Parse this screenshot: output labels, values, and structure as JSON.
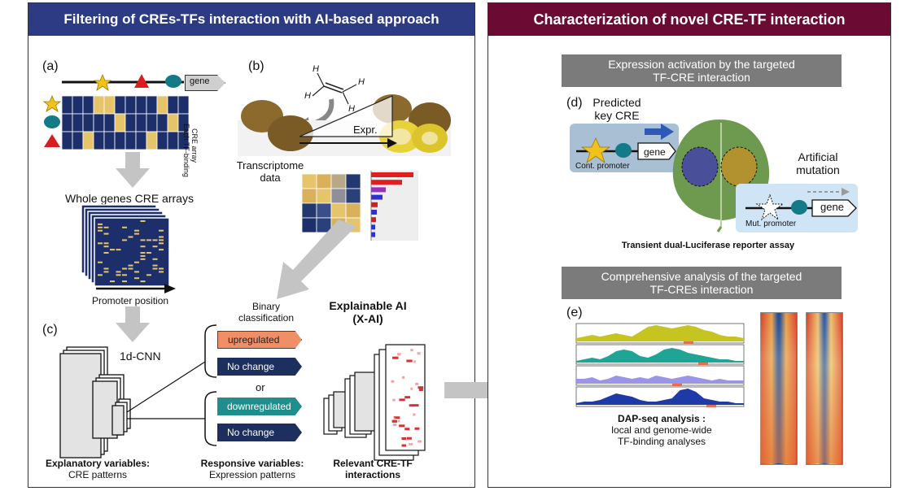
{
  "left": {
    "title": "Filtering of CREs-TFs interaction with AI-based approach",
    "header_color": "#2d3a84",
    "panel_a": {
      "label": "(a)",
      "gene": "gene",
      "side_label_1": "Each TF-binding",
      "side_label_2": "CRE array"
    },
    "whole_genes": "Whole genes CRE arrays",
    "promoter_position": "Promoter position",
    "panel_b": {
      "label": "(b)",
      "expr": "Expr.",
      "transcriptome_1": "Transcriptome",
      "transcriptome_2": "data",
      "ethylene_h": "H"
    },
    "panel_c": {
      "label": "(c)",
      "cnn": "1d-CNN"
    },
    "binary_1": "Binary",
    "binary_2": "classification",
    "xai_1": "Explainable AI",
    "xai_2": "(X-AI)",
    "tags": {
      "upregulated": "upregulated",
      "no_change_1": "No change",
      "or": "or",
      "downregulated": "downregulated",
      "no_change_2": "No change"
    },
    "bottom": {
      "explanatory_bold": "Explanatory variables:",
      "explanatory": "CRE patterns",
      "responsive_bold": "Responsive variables:",
      "responsive": "Expression patterns",
      "relevant_1": "Relevant CRE-TF",
      "relevant_2": "interactions"
    }
  },
  "right": {
    "title": "Characterization of novel CRE-TF interaction",
    "header_color": "#6b0a32",
    "expr_act_1": "Expression activation by the targeted",
    "expr_act_2": "TF-CRE interaction",
    "panel_d": {
      "label": "(d)",
      "predicted_1": "Predicted",
      "predicted_2": "key CRE",
      "gene": "gene",
      "cont_promoter": "Cont. promoter",
      "artificial_1": "Artificial",
      "artificial_2": "mutation",
      "mut_promoter": "Mut. promoter",
      "gene2": "gene"
    },
    "transient": "Transient dual-Luciferase reporter assay",
    "comp_1": "Comprehensive analysis of the targeted",
    "comp_2": "TF-CREs interaction",
    "panel_e": {
      "label": "(e)"
    },
    "dap_1": "DAP-seq analysis :",
    "dap_2": "local and genome-wide",
    "dap_3": "TF-binding analyses"
  }
}
